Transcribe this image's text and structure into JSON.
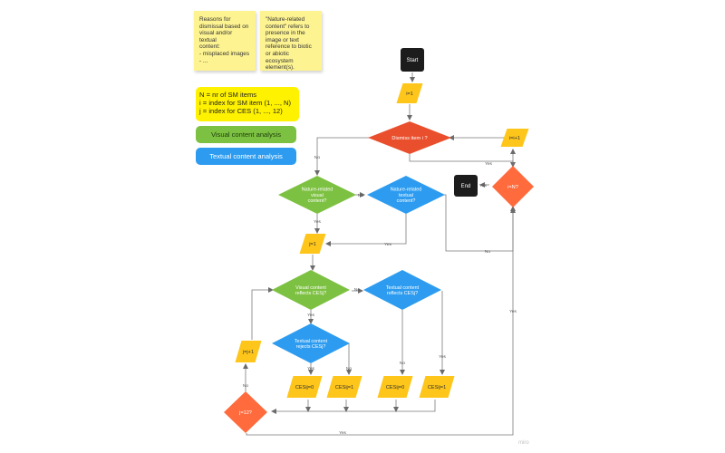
{
  "notes": {
    "dismissal_reasons": "Reasons for\ndismissal based on\nvisual and/or textual\ncontent:\n- misplaced images\n- ...",
    "nature_related": "\"Nature-related\ncontent\" refers to\npresence in the\nimage or text\nreference to biotic\nor abiotic ecosystem\nelement(s)."
  },
  "legend": {
    "definitions": "N = nr of SM items\ni = index for SM item (1, ..., N)\nj = index for CES (1, ..., 12)",
    "visual": "Visual content analysis",
    "textual": "Textual content analysis"
  },
  "nodes": {
    "start": "Start",
    "end": "End",
    "i_init": "i=1",
    "dismiss": "Dismiss item i ?",
    "i_inc": "i=i+1",
    "i_eq_n": "i=N?",
    "nat_visual": [
      "Nature-related",
      "visual",
      "content?"
    ],
    "nat_textual": [
      "Nature-related",
      "textual",
      "content?"
    ],
    "j_init": "j=1",
    "vis_reflects": [
      "Visual content",
      "reflects CESj?"
    ],
    "txt_reflects": [
      "Textual content",
      "reflects CESj?"
    ],
    "txt_rejects": [
      "Textual content",
      "rejects CESj?"
    ],
    "j_inc": "j=j+1",
    "j_eq_12": "j=12?",
    "cesij_0a": "CESij=0",
    "cesij_1a": "CESij=1",
    "cesij_0b": "CESij=0",
    "cesij_1b": "CESij=1"
  },
  "edge_labels": {
    "yes": "Yes",
    "no": "No"
  },
  "colors": {
    "red": "#ea4f2d",
    "orange": "#ff6b3d",
    "yellow": "#fec51a",
    "green": "#7dc142",
    "blue": "#2d9cf0",
    "black": "#1c1c1c",
    "sticky": "#fdf391"
  },
  "footer": {
    "brand": "miro"
  }
}
